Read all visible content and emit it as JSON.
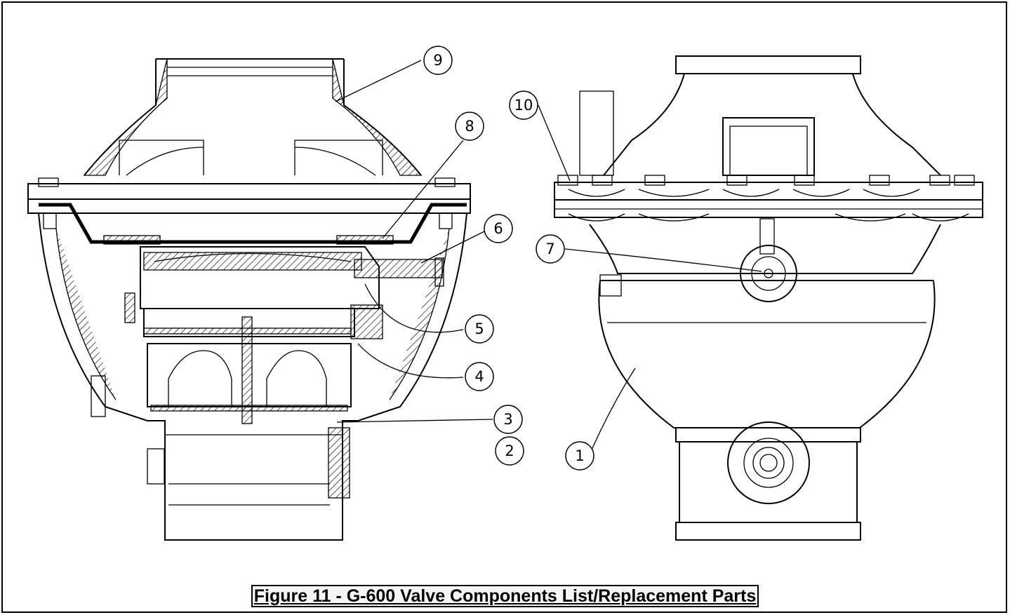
{
  "caption": "Figure 11 - G-600 Valve Components List/Replacement Parts",
  "callouts": [
    "1",
    "2",
    "3",
    "4",
    "5",
    "6",
    "7",
    "8",
    "9",
    "10"
  ],
  "line_color": "#000000"
}
